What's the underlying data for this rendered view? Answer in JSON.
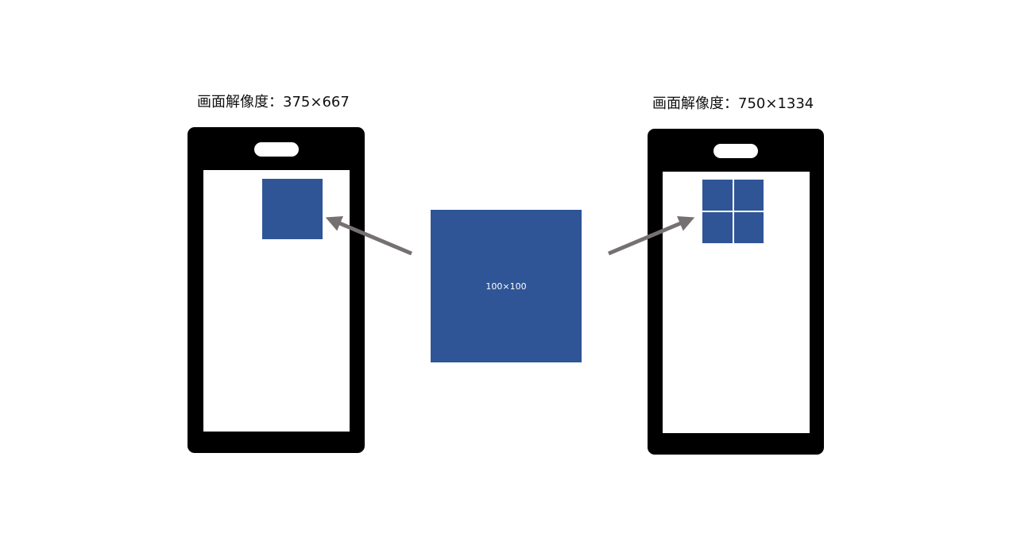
{
  "left_phone": {
    "resolution_label": "画面解像度：375×667"
  },
  "right_phone": {
    "resolution_label": "画面解像度：750×1334"
  },
  "source_image": {
    "size_label": "100×100"
  },
  "colors": {
    "block_blue": "#2f5597",
    "arrow_gray": "#767171",
    "phone_frame": "#000000"
  }
}
